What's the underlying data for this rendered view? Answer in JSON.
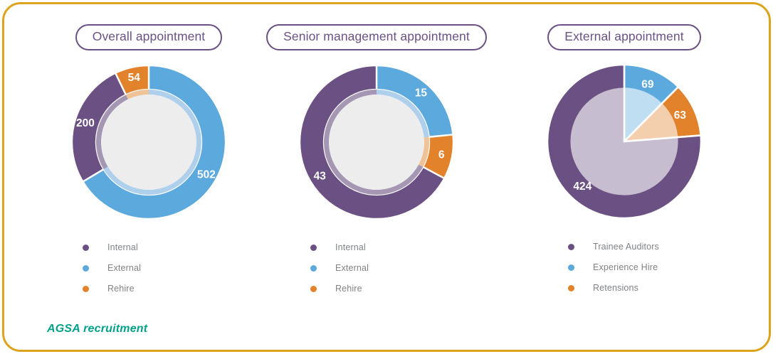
{
  "frame": {
    "border_color": "#dca41c"
  },
  "footer": {
    "text": "AGSA recruitment",
    "color": "#00a08a"
  },
  "palette": {
    "purple": "#6b5183",
    "blue": "#5ba9dd",
    "orange": "#e2822b",
    "purple_light": "#a596b3",
    "blue_light": "#afd0ec",
    "orange_light": "#efc298",
    "center": "#ededed",
    "title_border": "#6b5183",
    "title_text": "#6b5183",
    "legend_text": "#808285"
  },
  "panels": [
    {
      "title": "Overall appointment",
      "legend": [
        {
          "label": "Internal",
          "color": "#6b5183"
        },
        {
          "label": "External",
          "color": "#5ba9dd"
        },
        {
          "label": "Rehire",
          "color": "#e2822b"
        }
      ]
    },
    {
      "title": "Senior management appointment",
      "legend": [
        {
          "label": "Internal",
          "color": "#6b5183"
        },
        {
          "label": "External",
          "color": "#5ba9dd"
        },
        {
          "label": "Rehire",
          "color": "#e2822b"
        }
      ]
    },
    {
      "title": "External appointment",
      "legend": [
        {
          "label": "Trainee Auditors",
          "color": "#6b5183"
        },
        {
          "label": "Experience Hire",
          "color": "#5ba9dd"
        },
        {
          "label": "Retensions",
          "color": "#e2822b"
        }
      ]
    }
  ],
  "chart_data": [
    {
      "type": "pie",
      "title": "Overall appointment",
      "style": "donut",
      "hole_ratio": 0.62,
      "start_angle": 0,
      "total": 756,
      "categories": [
        "External",
        "Internal",
        "Rehire"
      ],
      "values": [
        502,
        200,
        54
      ],
      "labels": [
        "502",
        "200",
        "54"
      ],
      "colors": [
        "#5ba9dd",
        "#6b5183",
        "#e2822b"
      ],
      "inner_colors": [
        "#afd0ec",
        "#a596b3",
        "#efc298"
      ],
      "legend_position": "bottom-left"
    },
    {
      "type": "pie",
      "title": "Senior management appointment",
      "style": "donut",
      "hole_ratio": 0.62,
      "start_angle": 0,
      "total": 64,
      "categories": [
        "External",
        "Rehire",
        "Internal"
      ],
      "values": [
        15,
        6,
        43
      ],
      "labels": [
        "15",
        "6",
        "43"
      ],
      "colors": [
        "#5ba9dd",
        "#e2822b",
        "#6b5183"
      ],
      "inner_colors": [
        "#afd0ec",
        "#efc298",
        "#a596b3"
      ],
      "legend_position": "bottom-left"
    },
    {
      "type": "pie",
      "title": "External appointment",
      "style": "pie",
      "hole_ratio": 0,
      "start_angle": 0,
      "total": 556,
      "categories": [
        "Experience Hire",
        "Retensions",
        "Trainee Auditors"
      ],
      "values": [
        69,
        63,
        424
      ],
      "labels": [
        "69",
        "63",
        "424"
      ],
      "colors": [
        "#5ba9dd",
        "#e2822b",
        "#6b5183"
      ],
      "inner_colors": [
        "#afd0ec",
        "#efc298",
        "#a596b3"
      ],
      "legend_position": "bottom-left"
    }
  ]
}
